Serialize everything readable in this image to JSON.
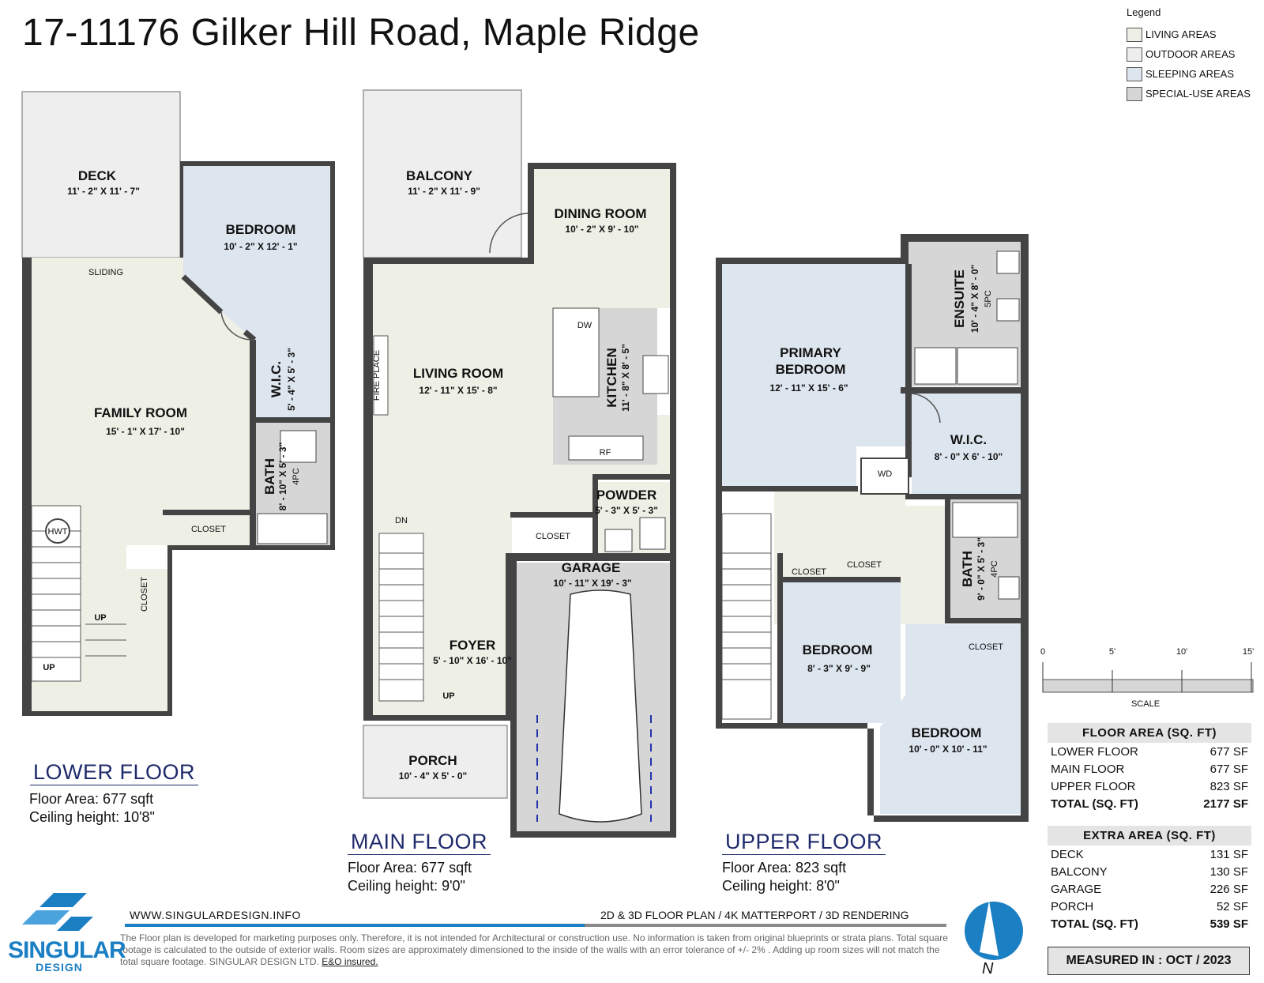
{
  "title": "17-11176 Gilker Hill Road, Maple Ridge",
  "legend": {
    "heading": "Legend",
    "items": [
      {
        "label": "LIVING AREAS",
        "color": "#eef0e6"
      },
      {
        "label": "OUTDOOR AREAS",
        "color": "#eeeeee"
      },
      {
        "label": "SLEEPING AREAS",
        "color": "#dde5ef"
      },
      {
        "label": "SPECIAL-USE AREAS",
        "color": "#d6d6d6"
      }
    ]
  },
  "colors": {
    "living": "#eef0e6",
    "outdoor": "#eeeeee",
    "sleeping": "#dde5ef",
    "special": "#d6d6d6",
    "wall": "#444444",
    "accent": "#1f2a6b",
    "brand": "#1b7fc4"
  },
  "lower": {
    "name": "LOWER FLOOR",
    "area": "Floor Area: 677 sqft",
    "ceiling": "Ceiling height: 10'8\"",
    "deck": {
      "label": "DECK",
      "dim": "11' - 2\" X 11' - 7\""
    },
    "bedroom": {
      "label": "BEDROOM",
      "dim": "10' - 2\" X 12' - 1\""
    },
    "family": {
      "label": "FAMILY ROOM",
      "dim": "15' - 1\" X 17' - 10\""
    },
    "wic": {
      "label": "W.I.C.",
      "dim": "5' - 4\" X 5' - 3\""
    },
    "bath": {
      "label": "BATH",
      "dim": "8' - 10\" X 5' - 3\"",
      "type": "4PC"
    },
    "sliding": "SLIDING",
    "closet1": "CLOSET",
    "closet2": "CLOSET",
    "hwt": "HWT",
    "up1": "UP",
    "up2": "UP"
  },
  "main": {
    "name": "MAIN FLOOR",
    "area": "Floor Area: 677 sqft",
    "ceiling": "Ceiling height: 9'0\"",
    "balcony": {
      "label": "BALCONY",
      "dim": "11' - 2\" X 11' - 9\""
    },
    "dining": {
      "label": "DINING ROOM",
      "dim": "10' - 2\" X 9' - 10\""
    },
    "living": {
      "label": "LIVING ROOM",
      "dim": "12' - 11\" X 15' - 8\""
    },
    "kitchen": {
      "label": "KITCHEN",
      "dim": "11' - 8\" X 8' - 5\""
    },
    "powder": {
      "label": "POWDER",
      "dim": "5' - 3\" X 5' - 3\""
    },
    "garage": {
      "label": "GARAGE",
      "dim": "10' - 11\" X 19' - 3\""
    },
    "foyer": {
      "label": "FOYER",
      "dim": "5' - 10\" X 16' - 10\""
    },
    "porch": {
      "label": "PORCH",
      "dim": "10' - 4\" X 5' - 0\""
    },
    "fireplace": "FIRE PLACE",
    "dw": "DW",
    "rf": "RF",
    "closet": "CLOSET",
    "dn": "DN",
    "up": "UP"
  },
  "upper": {
    "name": "UPPER FLOOR",
    "area": "Floor Area: 823 sqft",
    "ceiling": "Ceiling height: 8'0\"",
    "primary": {
      "label1": "PRIMARY",
      "label2": "BEDROOM",
      "dim": "12' - 11\" X 15' - 6\""
    },
    "ensuite": {
      "label": "ENSUITE",
      "dim": "10' - 4\" X 8' - 0\"",
      "type": "5PC"
    },
    "wic": {
      "label": "W.I.C.",
      "dim": "8' - 0\" X 6' - 10\""
    },
    "bath": {
      "label": "BATH",
      "dim": "9' - 0\" X 5' - 3\"",
      "type": "4PC"
    },
    "bedroom2": {
      "label": "BEDROOM",
      "dim": "8' - 3\" X 9' - 9\""
    },
    "bedroom3": {
      "label": "BEDROOM",
      "dim": "10' - 0\" X 10' - 11\""
    },
    "wd": "WD",
    "closet1": "CLOSET",
    "closet2": "CLOSET",
    "closet3": "CLOSET"
  },
  "scale": {
    "ticks": [
      "0",
      "5'",
      "10'",
      "15'"
    ],
    "label": "SCALE"
  },
  "floor_area_table": {
    "heading": "FLOOR AREA (SQ. FT)",
    "rows": [
      {
        "label": "LOWER FLOOR",
        "value": "677 SF"
      },
      {
        "label": "MAIN FLOOR",
        "value": "677 SF"
      },
      {
        "label": "UPPER FLOOR",
        "value": "823 SF"
      }
    ],
    "total": {
      "label": "TOTAL (SQ. FT)",
      "value": "2177 SF"
    }
  },
  "extra_area_table": {
    "heading": "EXTRA AREA (SQ. FT)",
    "rows": [
      {
        "label": "DECK",
        "value": "131 SF"
      },
      {
        "label": "BALCONY",
        "value": "130 SF"
      },
      {
        "label": "GARAGE",
        "value": "226 SF"
      },
      {
        "label": "PORCH",
        "value": "52 SF"
      }
    ],
    "total": {
      "label": "TOTAL (SQ. FT)",
      "value": "539 SF"
    }
  },
  "measured": "MEASURED IN : OCT / 2023",
  "footer": {
    "website": "WWW.SINGULARDESIGN.INFO",
    "services": "2D & 3D FLOOR PLAN / 4K MATTERPORT / 3D RENDERING",
    "disclaimer": "The Floor plan is developed for marketing purposes only. Therefore, it is not intended for Architectural or construction use. No information is taken from original blueprints or strata plans. Total square footage is calculated to the outside of exterior walls. Room sizes are approximately dimensioned to the inside of the walls with an error tolerance of +/- 2% . Adding up room sizes will not match the total square footage. SINGULAR DESIGN LTD.",
    "eo": "E&O insured."
  },
  "brand": {
    "name": "SINGULAR",
    "sub": "DESIGN"
  },
  "north": "N"
}
